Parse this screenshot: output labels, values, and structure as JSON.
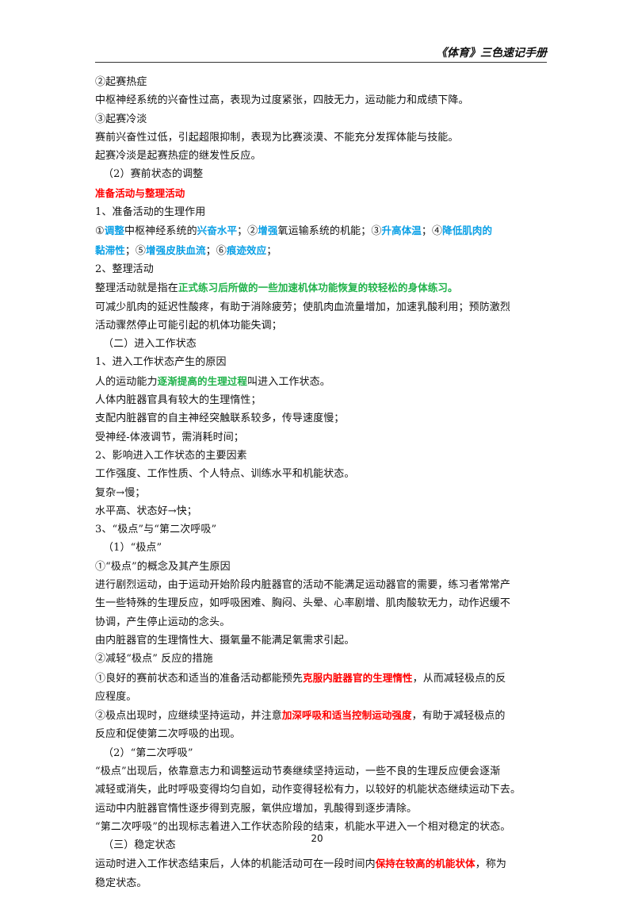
{
  "header": {
    "title": "《体育》三色速记手册"
  },
  "page_number": "20",
  "lines": [
    {
      "segs": [
        {
          "t": "②起赛热症"
        }
      ]
    },
    {
      "segs": [
        {
          "t": "中枢神经系统的兴奋性过高，表现为过度紧张，四肢无力，运动能力和成绩下降。"
        }
      ]
    },
    {
      "segs": [
        {
          "t": "③起赛冷淡"
        }
      ]
    },
    {
      "segs": [
        {
          "t": "赛前兴奋性过低，引起超限抑制，表现为比赛淡漠、不能充分发挥体能与技能。"
        }
      ]
    },
    {
      "segs": [
        {
          "t": "起赛冷淡是起赛热症的继发性反应。"
        }
      ]
    },
    {
      "indent": true,
      "segs": [
        {
          "t": "（2）赛前状态的调整"
        }
      ]
    },
    {
      "segs": [
        {
          "t": "准备活动与整理活动",
          "c": "red"
        }
      ]
    },
    {
      "segs": [
        {
          "t": "1、准备活动的生理作用"
        }
      ]
    },
    {
      "segs": [
        {
          "t": "①"
        },
        {
          "t": "调整",
          "c": "blue"
        },
        {
          "t": "中枢神经系统的"
        },
        {
          "t": "兴奋水平",
          "c": "blue"
        },
        {
          "t": "；②"
        },
        {
          "t": "增强",
          "c": "blue"
        },
        {
          "t": "氧运输系统的机能；③"
        },
        {
          "t": "升高体温",
          "c": "blue"
        },
        {
          "t": "；④"
        },
        {
          "t": "降低肌肉的",
          "c": "blue"
        }
      ]
    },
    {
      "segs": [
        {
          "t": "黏滞性",
          "c": "blue"
        },
        {
          "t": "；⑤"
        },
        {
          "t": "增强皮肤血流",
          "c": "blue"
        },
        {
          "t": "；⑥"
        },
        {
          "t": "痕迹效应",
          "c": "blue"
        },
        {
          "t": "；"
        }
      ]
    },
    {
      "segs": [
        {
          "t": "2、整理活动"
        }
      ]
    },
    {
      "segs": [
        {
          "t": "整理活动就是指在"
        },
        {
          "t": "正式练习后所做的一些加速机体功能恢复的较轻松的身体练习。",
          "c": "green"
        }
      ]
    },
    {
      "segs": [
        {
          "t": "可减少肌肉的延迟性酸疼，有助于消除疲劳；使肌肉血流量增加，加速乳酸利用；预防激烈"
        }
      ]
    },
    {
      "segs": [
        {
          "t": "活动骤然停止可能引起的机体功能失调；"
        }
      ]
    },
    {
      "indent": true,
      "segs": [
        {
          "t": "（二）进入工作状态"
        }
      ]
    },
    {
      "segs": [
        {
          "t": "1、进入工作状态产生的原因"
        }
      ]
    },
    {
      "segs": [
        {
          "t": "人的运动能力"
        },
        {
          "t": "逐渐提高的生理过程",
          "c": "green"
        },
        {
          "t": "叫进入工作状态。"
        }
      ]
    },
    {
      "segs": [
        {
          "t": "人体内脏器官具有较大的生理惰性；"
        }
      ]
    },
    {
      "segs": [
        {
          "t": "支配内脏器官的自主神经突触联系较多，传导速度慢；"
        }
      ]
    },
    {
      "segs": [
        {
          "t": "受神经-体液调节，需消耗时间；"
        }
      ]
    },
    {
      "segs": [
        {
          "t": "2、影响进入工作状态的主要因素"
        }
      ]
    },
    {
      "segs": [
        {
          "t": "工作强度、工作性质、个人特点、训练水平和机能状态。"
        }
      ]
    },
    {
      "segs": [
        {
          "t": "复杂→慢；"
        }
      ]
    },
    {
      "segs": [
        {
          "t": "水平高、状态好→快；"
        }
      ]
    },
    {
      "segs": [
        {
          "t": "3、“极点”与“第二次呼吸”"
        }
      ]
    },
    {
      "indent": true,
      "segs": [
        {
          "t": "（1）“极点”"
        }
      ]
    },
    {
      "segs": [
        {
          "t": "①“极点”的概念及其产生原因"
        }
      ]
    },
    {
      "segs": [
        {
          "t": "进行剧烈运动，由于运动开始阶段内脏器官的活动不能满足运动器官的需要，练习者常常产"
        }
      ]
    },
    {
      "segs": [
        {
          "t": "生一些特殊的生理反应，如呼吸困难、胸闷、头晕、心率剧增、肌肉酸软无力，动作迟缓不"
        }
      ]
    },
    {
      "segs": [
        {
          "t": "协调，产生停止运动的念头。"
        }
      ]
    },
    {
      "segs": [
        {
          "t": "由内脏器官的生理惰性大、摄氧量不能满足氧需求引起。"
        }
      ]
    },
    {
      "segs": [
        {
          "t": "②减轻“极点” 反应的措施"
        }
      ]
    },
    {
      "segs": [
        {
          "t": "①良好的赛前状态和适当的准备活动都能预先"
        },
        {
          "t": "克服内脏器官的生理惰性",
          "c": "red"
        },
        {
          "t": "，从而减轻极点的反"
        }
      ]
    },
    {
      "segs": [
        {
          "t": "应程度。"
        }
      ]
    },
    {
      "segs": [
        {
          "t": "②极点出现时，应继续坚持运动，并注意"
        },
        {
          "t": "加深呼吸和适当控制运动强度",
          "c": "red"
        },
        {
          "t": "，有助于减轻极点的"
        }
      ]
    },
    {
      "segs": [
        {
          "t": "反应和促使第二次呼吸的出现。"
        }
      ]
    },
    {
      "indent": true,
      "segs": [
        {
          "t": "（2）“第二次呼吸”"
        }
      ]
    },
    {
      "segs": [
        {
          "t": "“极点”出现后，依靠意志力和调整运动节奏继续坚持运动，一些不良的生理反应便会逐渐"
        }
      ]
    },
    {
      "segs": [
        {
          "t": "减轻或消失，此时呼吸变得均匀自如，动作变得轻松有力，以较好的机能状态继续运动下去。"
        }
      ]
    },
    {
      "segs": [
        {
          "t": "运动中内脏器官惰性逐步得到克服，氧供应增加，乳酸得到逐步清除。"
        }
      ]
    },
    {
      "segs": [
        {
          "t": "“第二次呼吸”的出现标志着进入工作状态阶段的结束，机能水平进入一个相对稳定的状态。"
        }
      ]
    },
    {
      "indent": true,
      "segs": [
        {
          "t": "（三）稳定状态"
        }
      ]
    },
    {
      "segs": [
        {
          "t": "运动时进入工作状态结束后，人体的机能活动可在一段时间内"
        },
        {
          "t": "保持在较高的机能状体",
          "c": "red"
        },
        {
          "t": "，称为"
        }
      ]
    },
    {
      "segs": [
        {
          "t": "稳定状态。"
        }
      ]
    }
  ]
}
